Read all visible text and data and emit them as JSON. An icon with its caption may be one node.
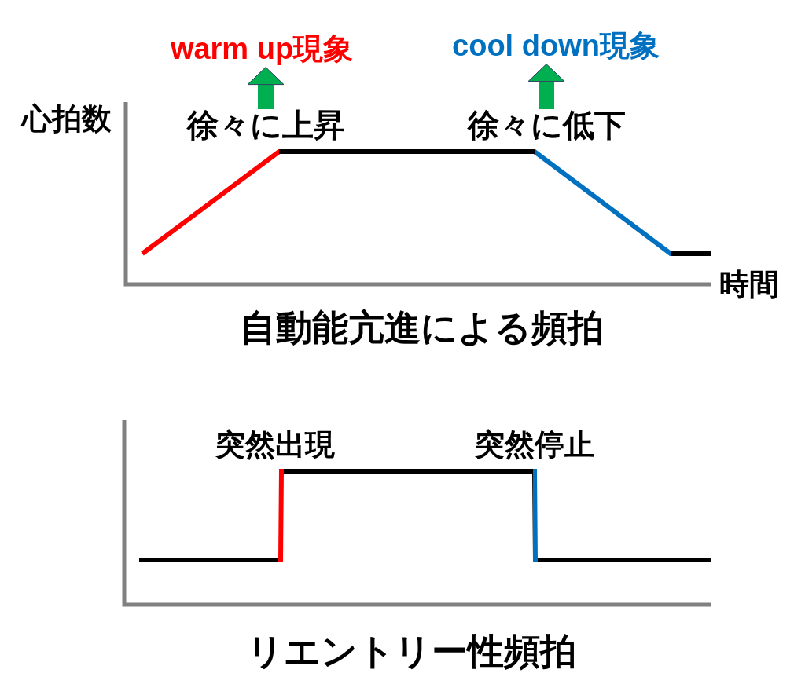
{
  "diagram": {
    "nodes": [
      {
        "text": [
          "warm up現象"
        ]
      },
      {
        "text": [
          "cool down現象"
        ]
      },
      {
        "text": [
          "徐々に**上昇**"
        ]
      },
      {
        "text": [
          "徐々に**低下**"
        ]
      }
    ],
    "edges": [
      {
        "from": 2,
        "to": 0,
        "arrow": "to"
      },
      {
        "from": 3,
        "to": 1,
        "arrow": "to"
      }
    ],
    "labels": [
      "心拍数",
      "時間",
      "自動能亢進による頻拍",
      "突然出現",
      "突然停止",
      "リエントリー性頻拍"
    ]
  }
}
